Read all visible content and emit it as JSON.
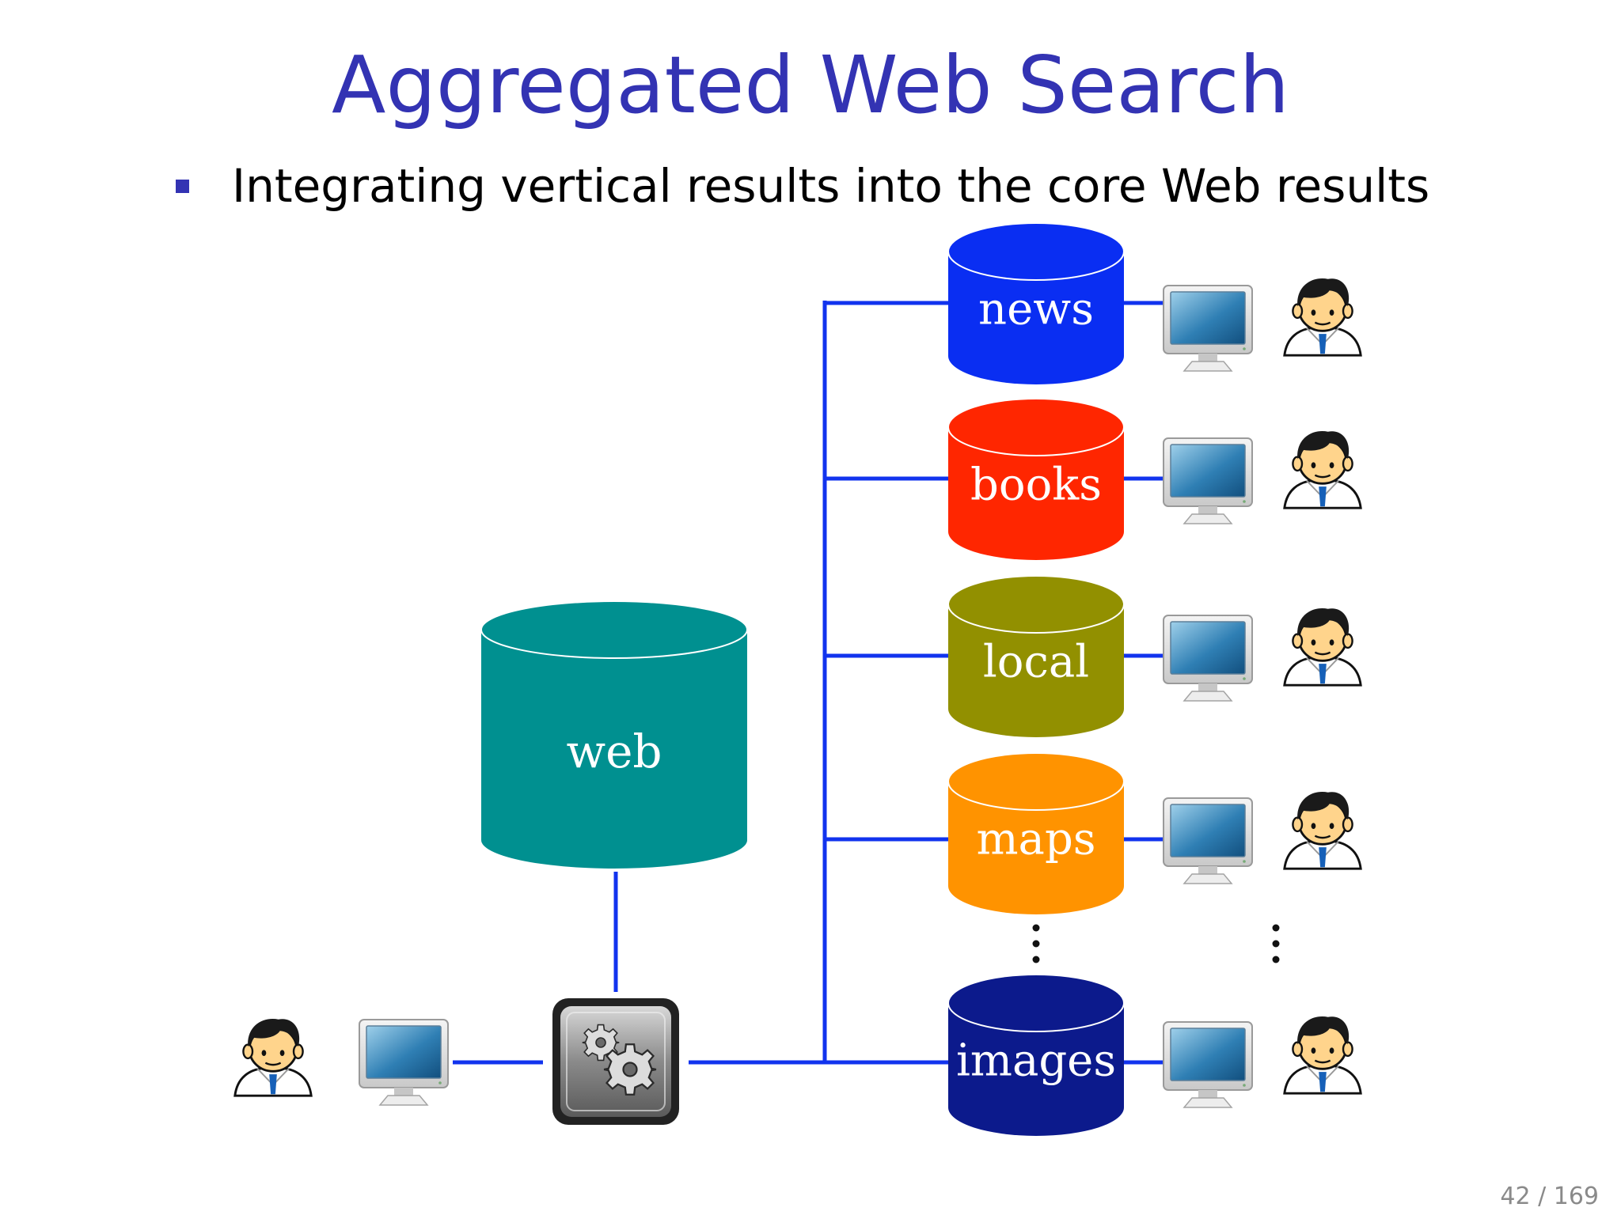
{
  "title": "Aggregated Web Search",
  "bullets": [
    "Integrating vertical results into the core Web results"
  ],
  "page_number": "42 / 169",
  "web_store": {
    "label": "web",
    "color": "#009090"
  },
  "verticals": [
    {
      "label": "news",
      "color": "#0a2ef2"
    },
    {
      "label": "books",
      "color": "#ff2600"
    },
    {
      "label": "local",
      "color": "#929000"
    },
    {
      "label": "maps",
      "color": "#ff9300"
    },
    {
      "label": "images",
      "color": "#0c1a8c"
    }
  ],
  "connector_color": "#1133ee",
  "icons": {
    "user": "user-icon",
    "computer": "computer-icon",
    "engine": "gears-icon"
  }
}
